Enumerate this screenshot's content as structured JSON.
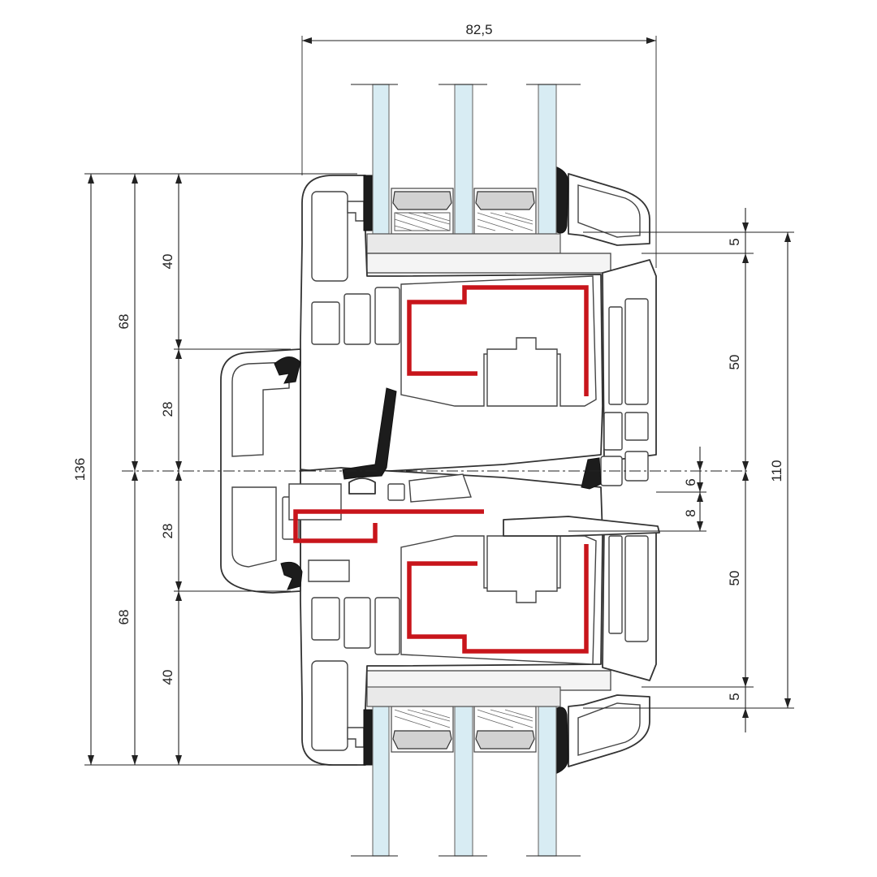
{
  "diagram": {
    "dimensions": {
      "top_width": "82,5",
      "left_total": "136",
      "left_upper_68": "68",
      "left_lower_68": "68",
      "left_40_top": "40",
      "left_28_top": "28",
      "left_28_bottom": "28",
      "left_40_bottom": "40",
      "right_5_top": "5",
      "right_50_top": "50",
      "right_6": "6",
      "right_8": "8",
      "right_50_bottom": "50",
      "right_5_bottom": "5",
      "right_total": "110"
    },
    "colors": {
      "steel_reinforcement": "#c8151b",
      "glass": "#d8ecf3",
      "gasket": "#1c1c1c",
      "outline": "#333333"
    }
  }
}
